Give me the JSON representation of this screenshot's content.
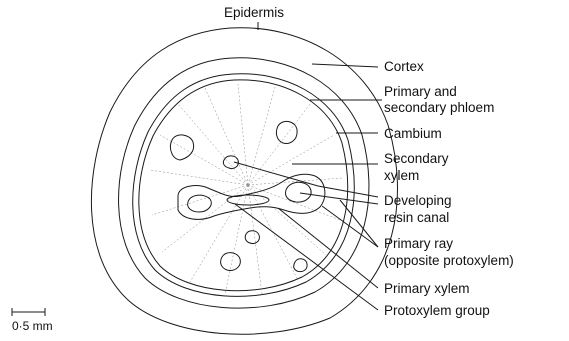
{
  "labels": {
    "epidermis": "Epidermis",
    "cortex": "Cortex",
    "phloem_line1": "Primary and",
    "phloem_line2": "secondary phloem",
    "cambium": "Cambium",
    "secondary_xylem_line1": "Secondary",
    "secondary_xylem_line2": "xylem",
    "resin_line1": "Developing",
    "resin_line2": "resin canal",
    "primary_ray_line1": "Primary ray",
    "primary_ray_line2": "(opposite protoxylem)",
    "primary_xylem": "Primary xylem",
    "protoxylem_group": "Protoxylem group"
  },
  "scale_bar": {
    "label": "0·5 mm"
  }
}
